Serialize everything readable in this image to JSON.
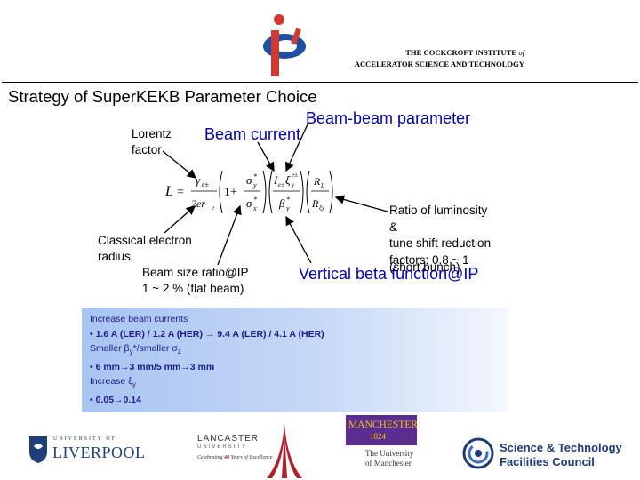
{
  "header": {
    "institute_line1": "THE COCKCROFT INSTITUTE",
    "institute_of": "of",
    "institute_line2": "ACCELERATOR SCIENCE AND TECHNOLOGY"
  },
  "slide": {
    "title": "Strategy of SuperKEKB Parameter Choice",
    "labels": {
      "lorentz": "Lorentz",
      "factor": "factor",
      "beam_current": "Beam current",
      "beam_beam": "Beam-beam parameter",
      "classical1": "Classical electron",
      "classical2": "radius",
      "beamsize1": "Beam size ratio@IP",
      "beamsize2": "1 ~ 2 % (flat beam)",
      "vertical_beta": "Vertical beta function@IP",
      "ratio1": "Ratio of luminosity",
      "ratio2": "&",
      "ratio3": "tune shift reduction",
      "ratio4": "factors: 0.8 ~ 1",
      "ratio5": "(short bunch)"
    },
    "formula": {
      "L": "L",
      "eq": "=",
      "gamma": "γ",
      "gamma_sub": "e±",
      "two_er": "2er",
      "re_sub": "e",
      "one_plus": "1+",
      "sigma": "σ",
      "star": "*",
      "y": "y",
      "x": "x",
      "I": "I",
      "xi": "ξ",
      "beta": "β",
      "RL": "R",
      "L_sub": "L",
      "Rxi": "R",
      "xi_sub": "ξy",
      "pm": "e±",
      "sup_pm": "e±"
    },
    "summary": {
      "line1": "Increase beam currents",
      "line2": "• 1.6 A (LER) / 1.2 A (HER) → 9.4 A (LER) / 4.1 A (HER)",
      "line3a": "Smaller β",
      "line3b": "y",
      "line3c": "*/smaller σ",
      "line3d": "z",
      "line4": "• 6 mm→3 mm/5 mm→3 mm",
      "line5a": "Increase ξ",
      "line5b": "y",
      "line6": "• 0.05→0.14"
    }
  },
  "footer_logos": {
    "liverpool_top": "UNIVERSITY OF",
    "liverpool_main": "LIVERPOOL",
    "lancaster_main": "LANCASTER",
    "lancaster_sub": "UNIVERSITY",
    "lancaster_tag1": "Celebrating",
    "lancaster_tag2": "40",
    "lancaster_tag3": "Years of Excellence",
    "manchester_main": "MANCHESTER",
    "manchester_year": "1824",
    "manchester_sub1": "The University",
    "manchester_sub2": "of Manchester",
    "stfc_line1": "Science & Technology",
    "stfc_line2": "Facilities Council"
  },
  "colors": {
    "accent_blue": "#0000b0",
    "box_text": "#1b1b8a",
    "cockcroft_red": "#d23a2f",
    "cockcroft_blue": "#1f4fa5",
    "manchester_purple": "#5c2d91",
    "stfc_blue": "#1e3a78"
  }
}
